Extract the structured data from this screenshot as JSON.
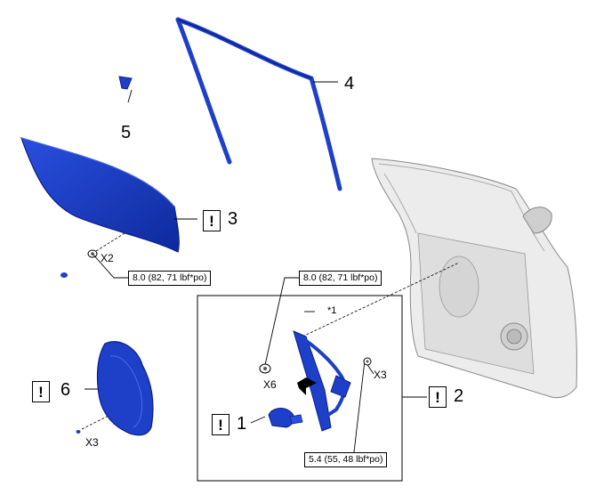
{
  "parts": [
    {
      "id": "p1",
      "number": "1",
      "caution": "!"
    },
    {
      "id": "p2",
      "number": "2",
      "caution": "!"
    },
    {
      "id": "p3",
      "number": "3",
      "caution": "!"
    },
    {
      "id": "p4",
      "number": "4"
    },
    {
      "id": "p5",
      "number": "5"
    },
    {
      "id": "p6",
      "number": "6",
      "caution": "!"
    }
  ],
  "torques": {
    "glass_bolt": "8.0 (82, 71 lbf*po)",
    "regulator_bolt": "8.0 (82, 71 lbf*po)",
    "regulator_nut": "5.4 (55, 48 lbf*po)"
  },
  "multipliers": {
    "glass": "X2",
    "regulator_bolt": "X6",
    "regulator_nut": "X3",
    "cover": "X3"
  },
  "callouts": {
    "star1": "*1"
  },
  "colors": {
    "part_blue": "#1e3fc8",
    "part_dark": "#0a1f8a",
    "door_gray": "#e4e4e4",
    "line": "#000000"
  }
}
